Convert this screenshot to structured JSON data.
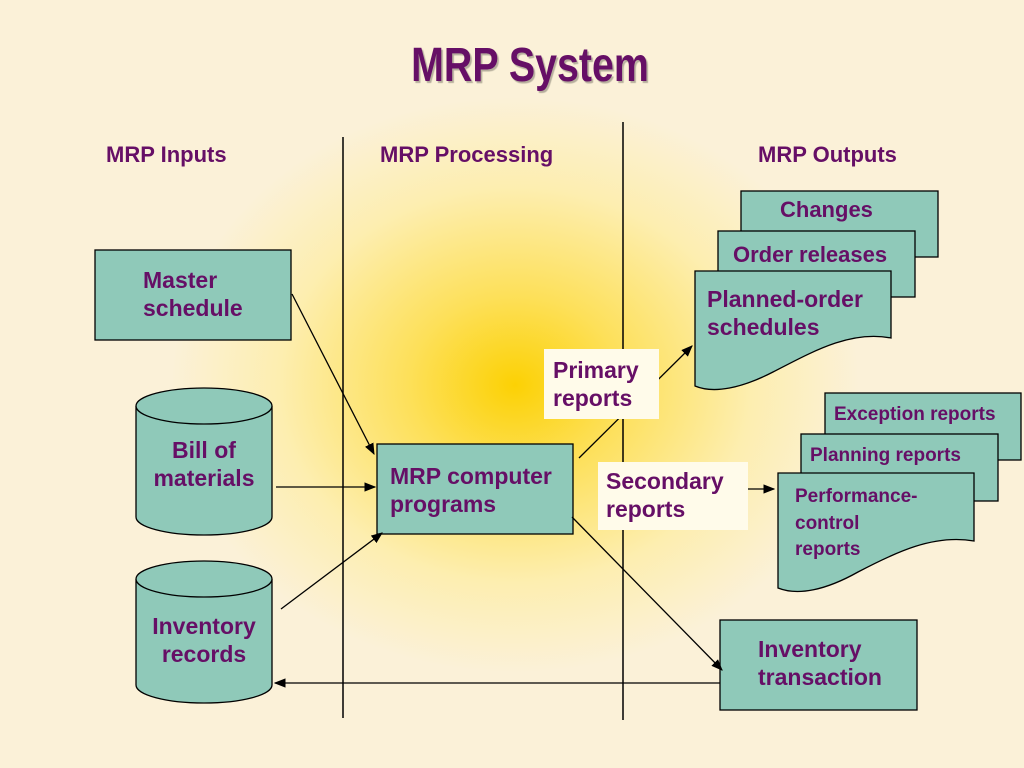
{
  "title": "MRP System",
  "columns": {
    "inputs": "MRP Inputs",
    "processing": "MRP Processing",
    "outputs": "MRP Outputs"
  },
  "inputs": {
    "master_schedule": [
      "Master",
      "schedule"
    ],
    "bill_of_materials": [
      "Bill of",
      "materials"
    ],
    "inventory_records": [
      "Inventory",
      "records"
    ]
  },
  "processing": {
    "computer_programs": [
      "MRP computer",
      "programs"
    ],
    "primary_reports": [
      "Primary",
      "reports"
    ],
    "secondary_reports": [
      "Secondary",
      "reports"
    ]
  },
  "outputs": {
    "changes": "Changes",
    "order_releases": "Order releases",
    "planned_order_schedules": [
      "Planned-order",
      "schedules"
    ],
    "exception_reports": "Exception reports",
    "planning_reports": "Planning reports",
    "performance_control_reports": [
      "Performance-",
      "control",
      "reports"
    ],
    "inventory_transaction": [
      "Inventory",
      "transaction"
    ]
  },
  "colors": {
    "box_fill": "#8fc9b9",
    "text": "#660f66",
    "stroke": "#000000",
    "background": "#fbf1d8",
    "glow": "#fcd104"
  }
}
